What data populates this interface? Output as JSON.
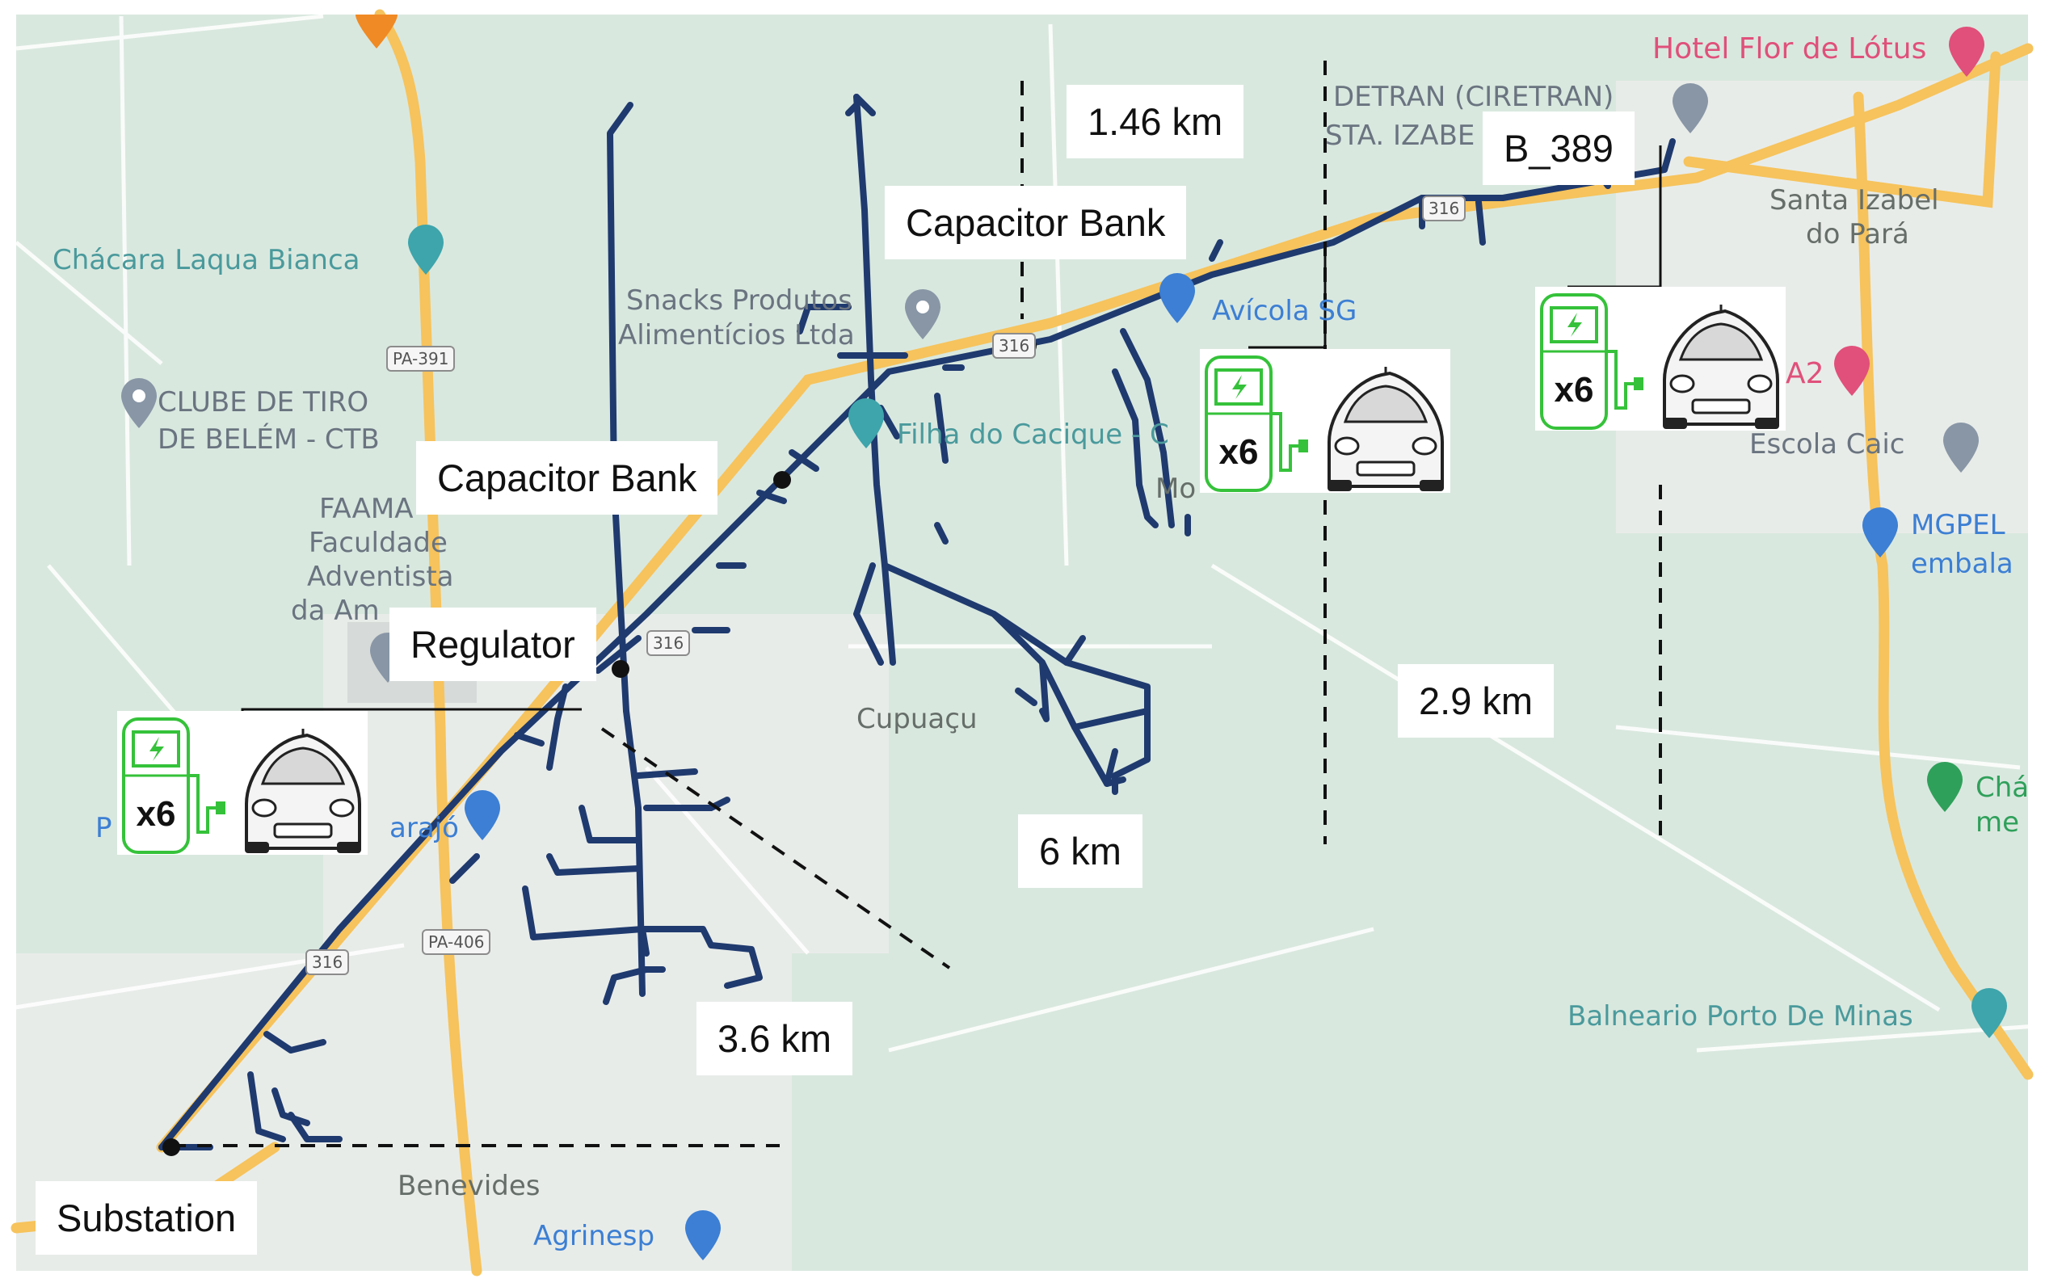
{
  "colors": {
    "map_background": "#d9e8df",
    "road_primary": "#f6c35c",
    "road_minor": "#ffffff",
    "feeder_line": "#1f3a6e",
    "charger_green": "#35c23a",
    "node": "#111111",
    "dimension_line": "#111111"
  },
  "network_labels": {
    "substation": "Substation",
    "regulator": "Regulator",
    "capacitor_bank_1": "Capacitor Bank",
    "capacitor_bank_2": "Capacitor Bank",
    "end_bus": "B_389"
  },
  "distances": {
    "d1": "3.6 km",
    "d2": "6 km",
    "d3": "1.46 km",
    "d4": "2.9 km"
  },
  "charging_stations": [
    {
      "count": "x6",
      "icon": "ev-charger-icon",
      "car_icon": "car-icon"
    },
    {
      "count": "x6",
      "icon": "ev-charger-icon",
      "car_icon": "car-icon"
    },
    {
      "count": "x6",
      "icon": "ev-charger-icon",
      "car_icon": "car-icon"
    }
  ],
  "map_labels": {
    "chacara": "Chácara Laqua Bianca",
    "clube_1": "CLUBE DE TIRO",
    "clube_2": "DE BELÉM - CTB",
    "faama_1": "FAAMA",
    "faama_2": "Faculdade",
    "faama_3": "Adventista",
    "faama_4": "da Am",
    "snacks_1": "Snacks Produtos",
    "snacks_2": "Alimentícios Ltda",
    "filha": "Filha do Cacique - C",
    "avicola": "Avícola SG",
    "detran_1": "DETRAN (CIRETRAN)",
    "detran_2": "STA. IZABE",
    "hotel": "Hotel Flor de Lótus",
    "santa_1": "Santa Izabel",
    "santa_2": "do Pará",
    "a2": "A2",
    "escola": "Escola Caic",
    "mgpel_1": "MGPEL",
    "mgpel_2": "embala",
    "cupuacu": "Cupuaçu",
    "benevides": "Benevides",
    "agrinesp": "Agrinesp",
    "balneario": "Balneario Porto De Minas",
    "cha_1": "Chá",
    "cha_2": "me",
    "p_left": "P",
    "arajo": "arajó",
    "mo": "Mo"
  },
  "road_shields": {
    "pa391": "PA-391",
    "pa406": "PA-406",
    "br316_a": "316",
    "br316_b": "316",
    "br316_c": "316",
    "br316_d": "316"
  }
}
